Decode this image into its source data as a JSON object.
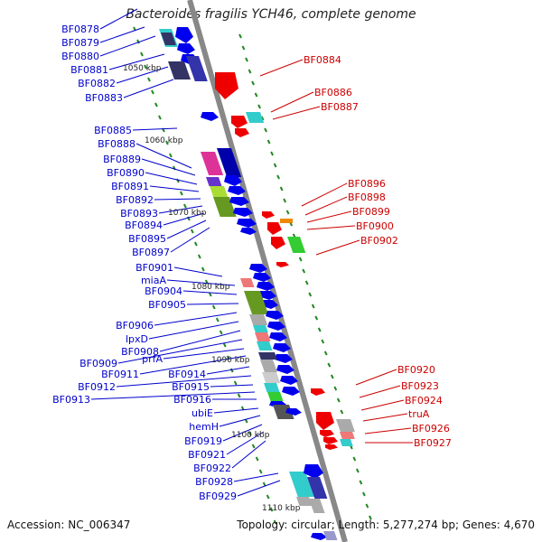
{
  "title": "Bacteroides fragilis YCH46, complete genome",
  "footer": {
    "accession_label": "Accession:",
    "accession": "NC_006347",
    "topology_label": "Topology:",
    "topology": "circular",
    "length_label": "Length:",
    "length": "5,277,274 bp",
    "genes_label": "Genes:",
    "genes": "4,670"
  },
  "colors": {
    "backbone": "#888888",
    "left_label": "#0000cc",
    "right_label": "#cc0000",
    "forward_gene": "#0000ee",
    "reverse_gene": "#ee0000",
    "tick": "#228822"
  },
  "scale_labels": [
    "1050 kbp",
    "1060 kbp",
    "1070 kbp",
    "1080 kbp",
    "1090 kbp",
    "1100 kbp",
    "1110 kbp"
  ],
  "left_labels": [
    "BF0878",
    "BF0879",
    "BF0880",
    "BF0881",
    "BF0882",
    "BF0883",
    "BF0885",
    "BF0888",
    "BF0889",
    "BF0890",
    "BF0891",
    "BF0892",
    "BF0893",
    "BF0894",
    "BF0895",
    "BF0897",
    "BF0901",
    "miaA",
    "BF0904",
    "BF0905",
    "BF0906",
    "lpxD",
    "BF0908",
    "BF0909",
    "prfA",
    "BF0911",
    "BF0914",
    "BF0912",
    "BF0915",
    "BF0913",
    "BF0916",
    "ubiE",
    "hemH",
    "BF0919",
    "BF0921",
    "BF0922",
    "BF0928",
    "BF0929"
  ],
  "right_labels": [
    "BF0884",
    "BF0886",
    "BF0887",
    "BF0896",
    "BF0898",
    "BF0899",
    "BF0900",
    "BF0902",
    "BF0920",
    "BF0923",
    "BF0924",
    "truA",
    "BF0926",
    "BF0927"
  ]
}
